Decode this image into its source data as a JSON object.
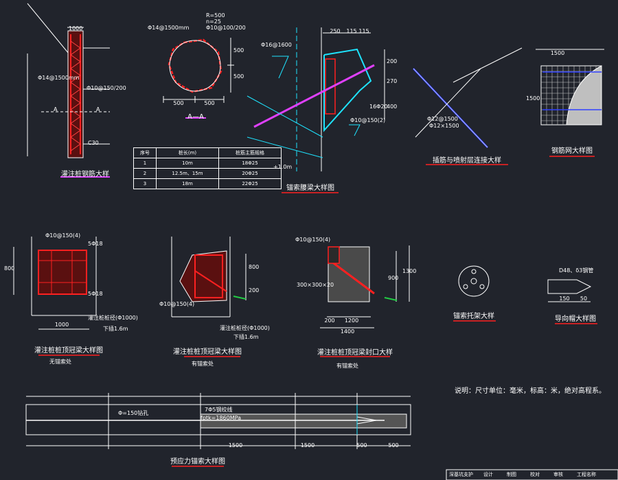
{
  "colors": {
    "background": "#21242c",
    "line": "#ffffff",
    "rebar": "#ff2020",
    "cyan": "#1ee4ff",
    "magenta": "#e040ff",
    "blue": "#3040ff",
    "green": "#22cc44",
    "yellow": "#ffee22"
  },
  "pile_detail": {
    "title": "灌注桩钢筋大样",
    "dim_top": "1000",
    "section_mark_a": "A",
    "section_mark_b": "A",
    "labels": [
      "Φ14@1500mm",
      "Φ10@150/200",
      "C30"
    ]
  },
  "section_aa": {
    "title": "A—A",
    "dims": [
      "500",
      "500"
    ],
    "side_dims": [
      "500",
      "500"
    ],
    "notes": [
      "R=500",
      "n=25",
      "Φ10@100/200",
      "Φ14@1500mm"
    ]
  },
  "rebar_table": {
    "header": [
      "序号",
      "桩长(m)",
      "桩筋主筋规格"
    ],
    "rows": [
      [
        "1",
        "10m",
        "18Φ25"
      ],
      [
        "2",
        "12.5m、15m",
        "20Φ25"
      ],
      [
        "3",
        "18m",
        "22Φ25"
      ]
    ]
  },
  "waist_beam": {
    "title": "锚索腰梁大样图",
    "dims_top": [
      "250",
      "115",
      "115"
    ],
    "dims_side": [
      "200",
      "270",
      "400"
    ],
    "notes": [
      "Φ16@1600",
      "16Φ20",
      "Φ10@150(2)",
      "+1.0m"
    ]
  },
  "mesh_connection": {
    "title": "插筋与喷射层连接大样",
    "notes": [
      "Φ12@1500",
      "Φ12×1500"
    ]
  },
  "steel_mesh": {
    "title": "钢筋网大样图",
    "dims": [
      "1500",
      "1500"
    ]
  },
  "cap_beam_no_anchor": {
    "title": "灌注桩桩顶冠梁大样图",
    "subtitle": "无锚索处",
    "notes": [
      "Φ10@150(4)",
      "5Φ18",
      "5Φ18",
      "灌注桩桩径(Φ1000)",
      "下插1.6m"
    ],
    "dims": [
      "800",
      "1000"
    ]
  },
  "cap_beam_anchor": {
    "title": "灌注桩桩顶冠梁大样图",
    "subtitle": "有锚索处",
    "notes": [
      "Φ10@150(4)",
      "灌注桩桩径(Φ1000)",
      "下插1.6m"
    ],
    "dims": [
      "800",
      "200"
    ]
  },
  "cap_beam_seal": {
    "title": "灌注桩桩顶冠梁封口大样",
    "subtitle": "有锚索处",
    "notes": [
      "Φ10@150(4)",
      "300×300×20"
    ],
    "dims": [
      "200",
      "1200",
      "1400",
      "900",
      "1300"
    ]
  },
  "anchor_bracket": {
    "title": "锚索托架大样"
  },
  "guide_cap": {
    "title": "导向帽大样图",
    "note": "D48、δ3钢管",
    "dims": [
      "150",
      "50"
    ]
  },
  "prestress_anchor": {
    "title": "预应力锚索大样图",
    "notes": [
      "Φ=150钻孔",
      "7Φ5钢绞线",
      "fptk=1860MPa"
    ],
    "dims": [
      "1500",
      "1500",
      "500",
      "500"
    ]
  },
  "note": {
    "text": "说明：尺寸单位：毫米，标高：米，绝对高程系。"
  },
  "title_block": {
    "cells": [
      "深基坑支护",
      "设计",
      "制图",
      "校对",
      "审核",
      "工程名称"
    ]
  }
}
